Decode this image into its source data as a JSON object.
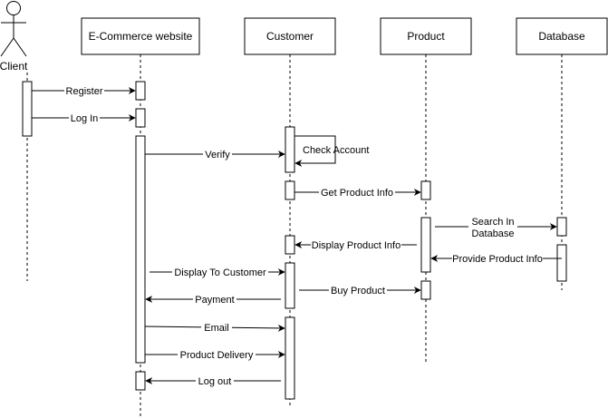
{
  "actor": {
    "name": "Client",
    "icon": "stick-figure-icon"
  },
  "participants": [
    "E-Commerce website",
    "Customer",
    "Product",
    "Database"
  ],
  "messages": [
    {
      "from": "Client",
      "to": "E-Commerce website",
      "label": "Register",
      "type": "call"
    },
    {
      "from": "Client",
      "to": "E-Commerce website",
      "label": "Log In",
      "type": "call"
    },
    {
      "from": "E-Commerce website",
      "to": "Customer",
      "label": "Verify",
      "type": "call"
    },
    {
      "from": "Customer",
      "to": "Customer",
      "label": "Check Account",
      "type": "self"
    },
    {
      "from": "Customer",
      "to": "Product",
      "label": "Get Product Info",
      "type": "call"
    },
    {
      "from": "Product",
      "to": "Database",
      "label": "Search In Database",
      "label_lines": [
        "Search In",
        "Database"
      ],
      "type": "call"
    },
    {
      "from": "Database",
      "to": "Product",
      "label": "Provide Product Info",
      "type": "return"
    },
    {
      "from": "Product",
      "to": "Customer",
      "label": "Display Product Info",
      "type": "return"
    },
    {
      "from": "E-Commerce website",
      "to": "Customer",
      "label": "Display To Customer",
      "type": "call"
    },
    {
      "from": "Customer",
      "to": "E-Commerce website",
      "label": "Payment",
      "type": "return"
    },
    {
      "from": "Customer",
      "to": "Product",
      "label": "Buy Product",
      "type": "call"
    },
    {
      "from": "E-Commerce website",
      "to": "Customer",
      "label": "Email",
      "type": "call"
    },
    {
      "from": "E-Commerce website",
      "to": "Customer",
      "label": "Product Delivery",
      "type": "call"
    },
    {
      "from": "Customer",
      "to": "E-Commerce website",
      "label": "Log out",
      "type": "return"
    }
  ]
}
